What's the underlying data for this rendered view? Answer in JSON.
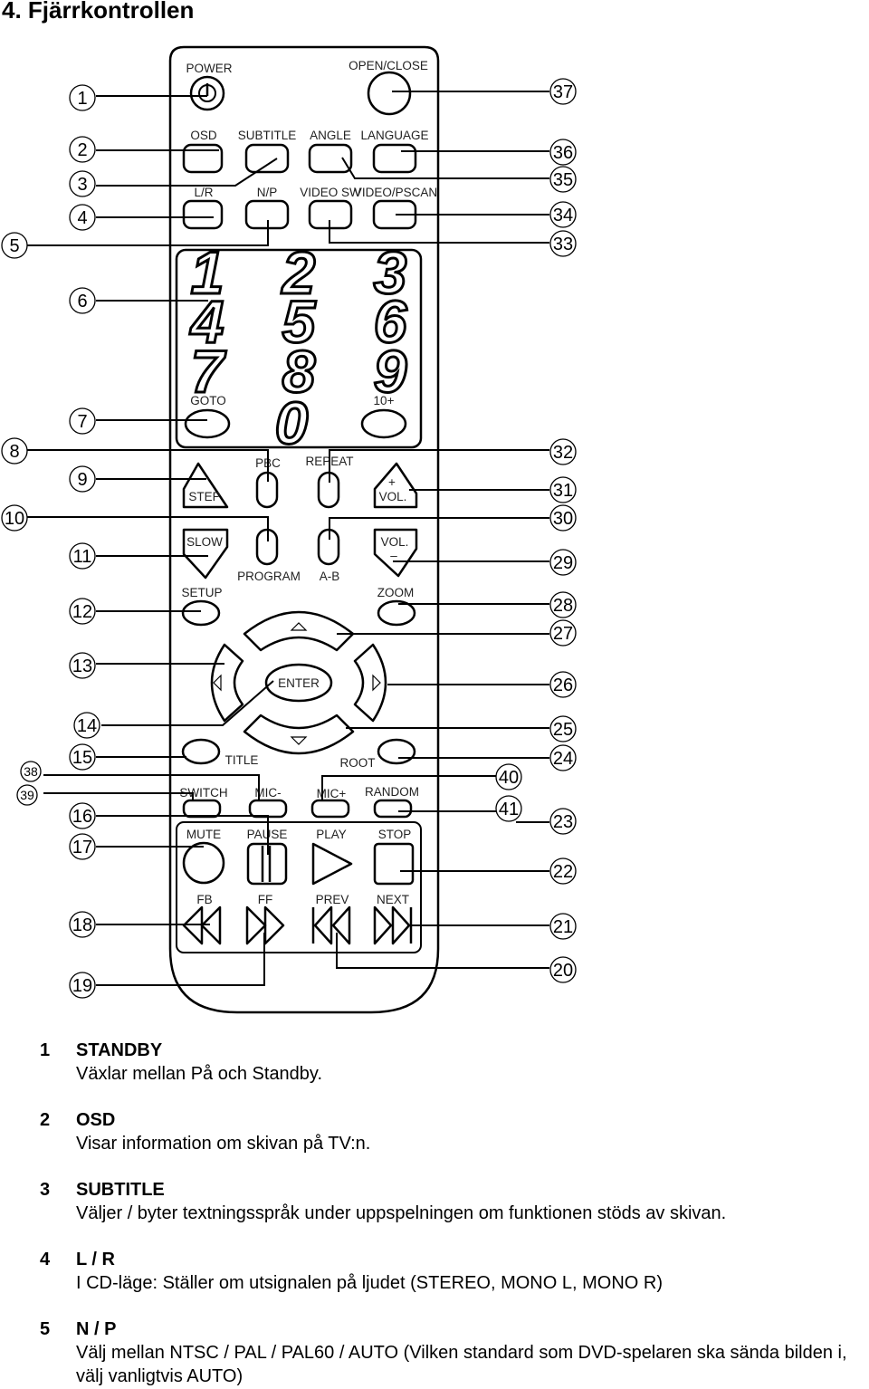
{
  "heading": "4. Fjärrkontrollen",
  "remote": {
    "buttons": {
      "power": "POWER",
      "open_close": "OPEN/CLOSE",
      "osd": "OSD",
      "subtitle": "SUBTITLE",
      "angle": "ANGLE",
      "language": "LANGUAGE",
      "lr": "L/R",
      "np": "N/P",
      "video_sw": "VIDEO SW",
      "video_pscan": "VIDEO/PSCAN",
      "goto": "GOTO",
      "ten_plus": "10+",
      "pbc": "PBC",
      "repeat": "REPEAT",
      "step": "STEP",
      "vol_up": "+\nVOL.",
      "vol_up_sign": "+",
      "vol_up_text": "VOL.",
      "slow": "SLOW",
      "vol_down_text": "VOL.",
      "vol_down_sign": "–",
      "program": "PROGRAM",
      "ab": "A-B",
      "setup": "SETUP",
      "zoom": "ZOOM",
      "enter": "ENTER",
      "title": "TITLE",
      "root": "ROOT",
      "switch": "SWITCH",
      "mic_minus": "MIC-",
      "mic_plus": "MIC+",
      "random": "RANDOM",
      "mute": "MUTE",
      "pause": "PAUSE",
      "play": "PLAY",
      "stop": "STOP",
      "fb": "FB",
      "ff": "FF",
      "prev": "PREV",
      "next": "NEXT"
    },
    "digits": [
      "1",
      "2",
      "3",
      "4",
      "5",
      "6",
      "7",
      "8",
      "9",
      "0"
    ],
    "callouts": [
      "1",
      "2",
      "3",
      "4",
      "5",
      "6",
      "7",
      "8",
      "9",
      "10",
      "11",
      "12",
      "13",
      "14",
      "15",
      "16",
      "17",
      "18",
      "19",
      "20",
      "21",
      "22",
      "23",
      "24",
      "25",
      "26",
      "27",
      "28",
      "29",
      "30",
      "31",
      "32",
      "33",
      "34",
      "35",
      "36",
      "37",
      "38",
      "39",
      "40",
      "41"
    ]
  },
  "items": [
    {
      "num": "1",
      "title": "STANDBY",
      "desc": "Växlar mellan På och Standby."
    },
    {
      "num": "2",
      "title": "OSD",
      "desc": "Visar information om skivan på TV:n."
    },
    {
      "num": "3",
      "title": "SUBTITLE",
      "desc": "Väljer / byter textningsspråk under uppspelningen om funktionen stöds av skivan."
    },
    {
      "num": "4",
      "title": "L / R",
      "desc": "I CD-läge: Ställer om utsignalen på ljudet (STEREO, MONO L, MONO R)"
    },
    {
      "num": "5",
      "title": "N / P",
      "desc": "Välj mellan NTSC / PAL / PAL60 / AUTO (Vilken standard som DVD-spelaren ska sända bilden i, välj vanligtvis AUTO)"
    }
  ]
}
